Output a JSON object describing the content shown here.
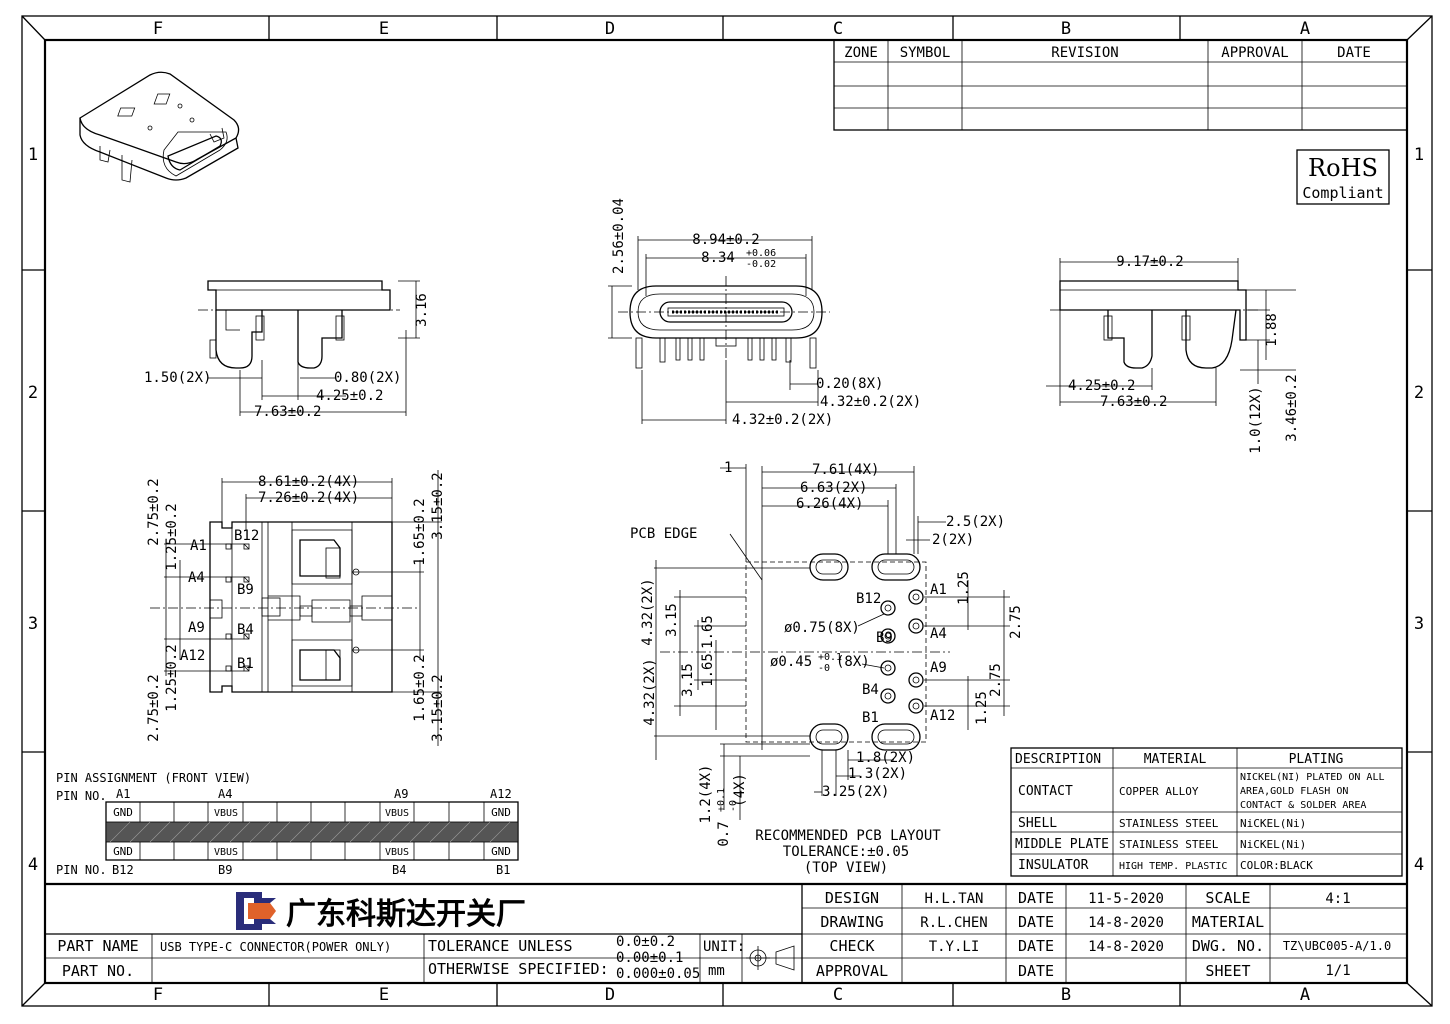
{
  "frame": {
    "zones_x": [
      "F",
      "E",
      "D",
      "C",
      "B",
      "A"
    ],
    "zones_y": [
      "1",
      "2",
      "3",
      "4"
    ]
  },
  "revision_table": {
    "headers": [
      "ZONE",
      "SYMBOL",
      "REVISION",
      "APPROVAL",
      "DATE"
    ]
  },
  "rohs": {
    "line1": "RoHS",
    "line2": "Compliant"
  },
  "front_view": {
    "dims": [
      "8.94±0.2",
      "8.34",
      "+0.06",
      "-0.02",
      "2.56±0.04",
      "0.20(8X)",
      "4.32±0.2(2X)",
      "4.32±0.2(2X)"
    ]
  },
  "left_side_view": {
    "dims": [
      "3.16",
      "1.50(2X)",
      "0.80(2X)",
      "4.25±0.2",
      "7.63±0.2"
    ]
  },
  "right_side_view": {
    "dims": [
      "9.17±0.2",
      "1.88",
      "4.25±0.2",
      "7.63±0.2",
      "1.0(12X)",
      "3.46±0.2"
    ]
  },
  "top_view": {
    "dims": [
      "8.61±0.2(4X)",
      "7.26±0.2(4X)",
      "2.75±0.2",
      "1.25±0.2",
      "1.65±0.2",
      "3.15±0.2",
      "2.75±0.2",
      "1.25±0.2",
      "1.65±0.2",
      "3.15±0.2"
    ],
    "pins": [
      "A1",
      "B12",
      "A4",
      "B9",
      "A9",
      "B4",
      "A12",
      "B1"
    ]
  },
  "pcb_layout": {
    "dims": [
      "1",
      "7.61(4X)",
      "6.63(2X)",
      "6.26(4X)",
      "2.5(2X)",
      "2(2X)",
      "4.32(2X)",
      "3.15",
      "1.65",
      "1.65",
      "3.15",
      "4.32(2X)",
      "1.25",
      "2.75",
      "2.75",
      "1.25",
      "ø0.75(8X)",
      "ø0.45",
      "+0.1",
      "-0",
      "(8X)",
      "1.8(2X)",
      "1.3(2X)",
      "3.25(2X)",
      "1.2(4X)",
      "0.7",
      "+0.1",
      "-0",
      "(4X)"
    ],
    "pcb_edge": "PCB EDGE",
    "pins": [
      "A1",
      "B12",
      "A4",
      "B9",
      "A9",
      "B4",
      "A12",
      "B1"
    ],
    "caption": [
      "RECOMMENDED PCB LAYOUT",
      "TOLERANCE:±0.05",
      "(TOP VIEW)"
    ]
  },
  "pin_assignment": {
    "title": "PIN ASSIGNMENT (FRONT VIEW)",
    "pin_no_label": "PIN NO.",
    "top_numbers": [
      "A1",
      "A4",
      "A9",
      "A12"
    ],
    "bottom_numbers": [
      "B12",
      "B9",
      "B4",
      "B1"
    ],
    "top_row": [
      "GND",
      "VBUS",
      "VBUS",
      "GND"
    ],
    "bottom_row": [
      "GND",
      "VBUS",
      "VBUS",
      "GND"
    ]
  },
  "materials_table": {
    "headers": [
      "DESCRIPTION",
      "MATERIAL",
      "PLATING"
    ],
    "rows": [
      {
        "desc": "CONTACT",
        "material": "COPPER ALLOY",
        "plating": [
          "NICKEL(NI) PLATED ON ALL",
          "AREA,GOLD FLASH ON",
          "CONTACT & SOLDER AREA"
        ]
      },
      {
        "desc": "SHELL",
        "material": "STAINLESS STEEL",
        "plating": [
          "NiCKEL(Ni)"
        ]
      },
      {
        "desc": "MIDDLE PLATE",
        "material": "STAINLESS STEEL",
        "plating": [
          "NiCKEL(Ni)"
        ]
      },
      {
        "desc": "INSULATOR",
        "material": "HIGH TEMP. PLASTIC",
        "plating": [
          "COLOR:BLACK"
        ]
      }
    ]
  },
  "title_block": {
    "company": "广东科斯达开关厂",
    "part_name_label": "PART NAME",
    "part_name": "USB TYPE-C CONNECTOR(POWER ONLY)",
    "part_no_label": "PART NO.",
    "part_no": "",
    "tolerance_line1": "TOLERANCE UNLESS",
    "tolerance_line2": "OTHERWISE SPECIFIED:",
    "tol_values": [
      "0.0±0.2",
      "0.00±0.1",
      "0.000±0.05"
    ],
    "unit_label": "UNIT:",
    "unit": "mm",
    "design_label": "DESIGN",
    "design": "H.L.TAN",
    "design_date": "11-5-2020",
    "drawing_label": "DRAWING",
    "drawing": "R.L.CHEN",
    "drawing_date": "14-8-2020",
    "check_label": "CHECK",
    "check": "T.Y.LI",
    "check_date": "14-8-2020",
    "approval_label": "APPROVAL",
    "approval": "",
    "approval_date": "",
    "date_label": "DATE",
    "scale_label": "SCALE",
    "scale": "4:1",
    "material_label": "MATERIAL",
    "material": "",
    "dwg_label": "DWG. NO.",
    "dwg": "TZ\\UBC005-A/1.0",
    "sheet_label": "SHEET",
    "sheet": "1/1"
  }
}
